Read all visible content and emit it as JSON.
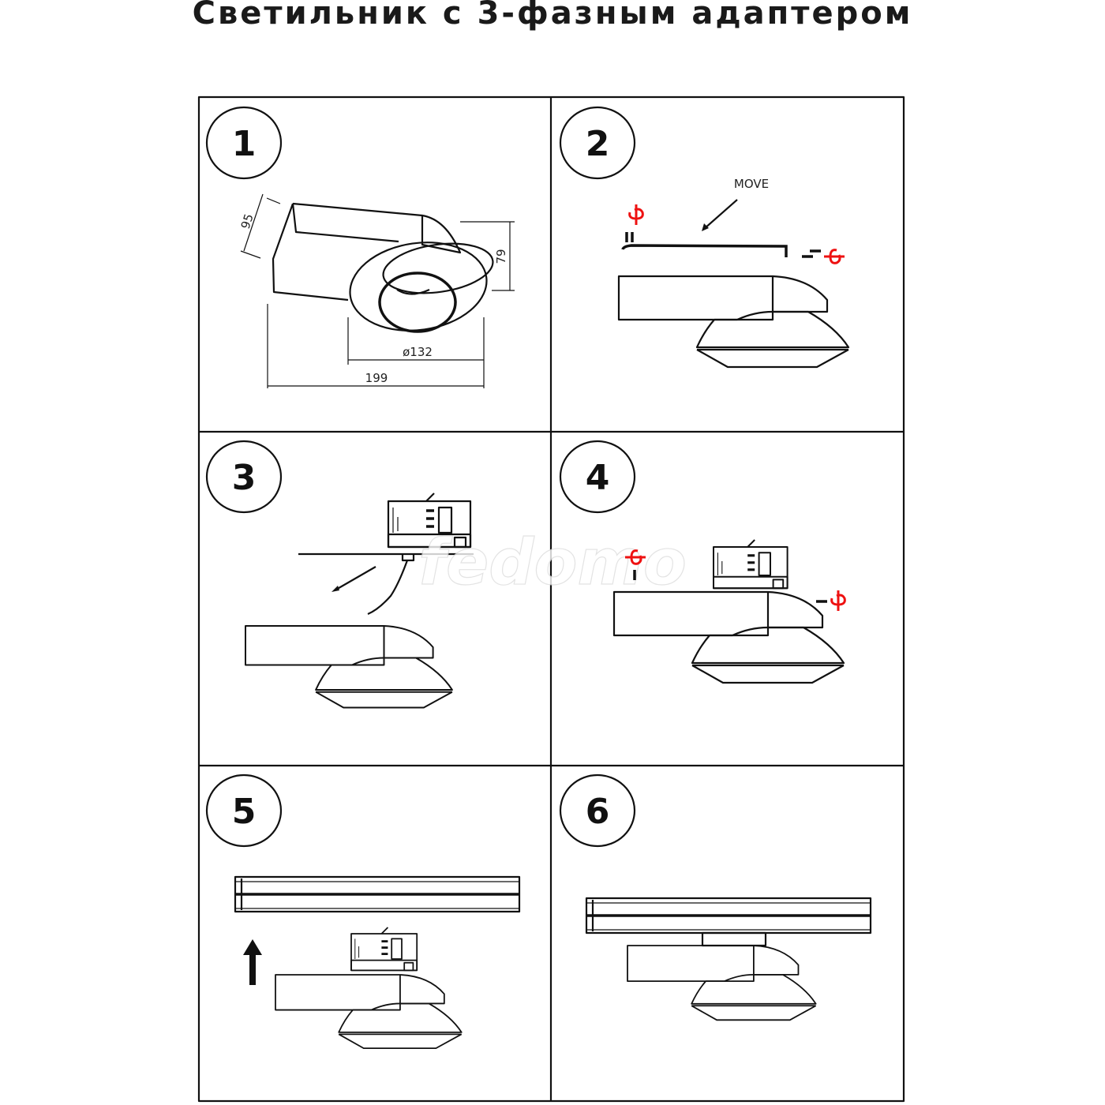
{
  "title": "Светильник с 3-фазным адаптером",
  "steps": [
    "1",
    "2",
    "3",
    "4",
    "5",
    "6"
  ],
  "dimensions": {
    "depth": "95",
    "height": "79",
    "diameter": "ø132",
    "length": "199"
  },
  "step2_label": "MOVE",
  "watermark": "fedomo",
  "colors": {
    "line": "#111111",
    "rotate_arrow": "#ee1111"
  }
}
